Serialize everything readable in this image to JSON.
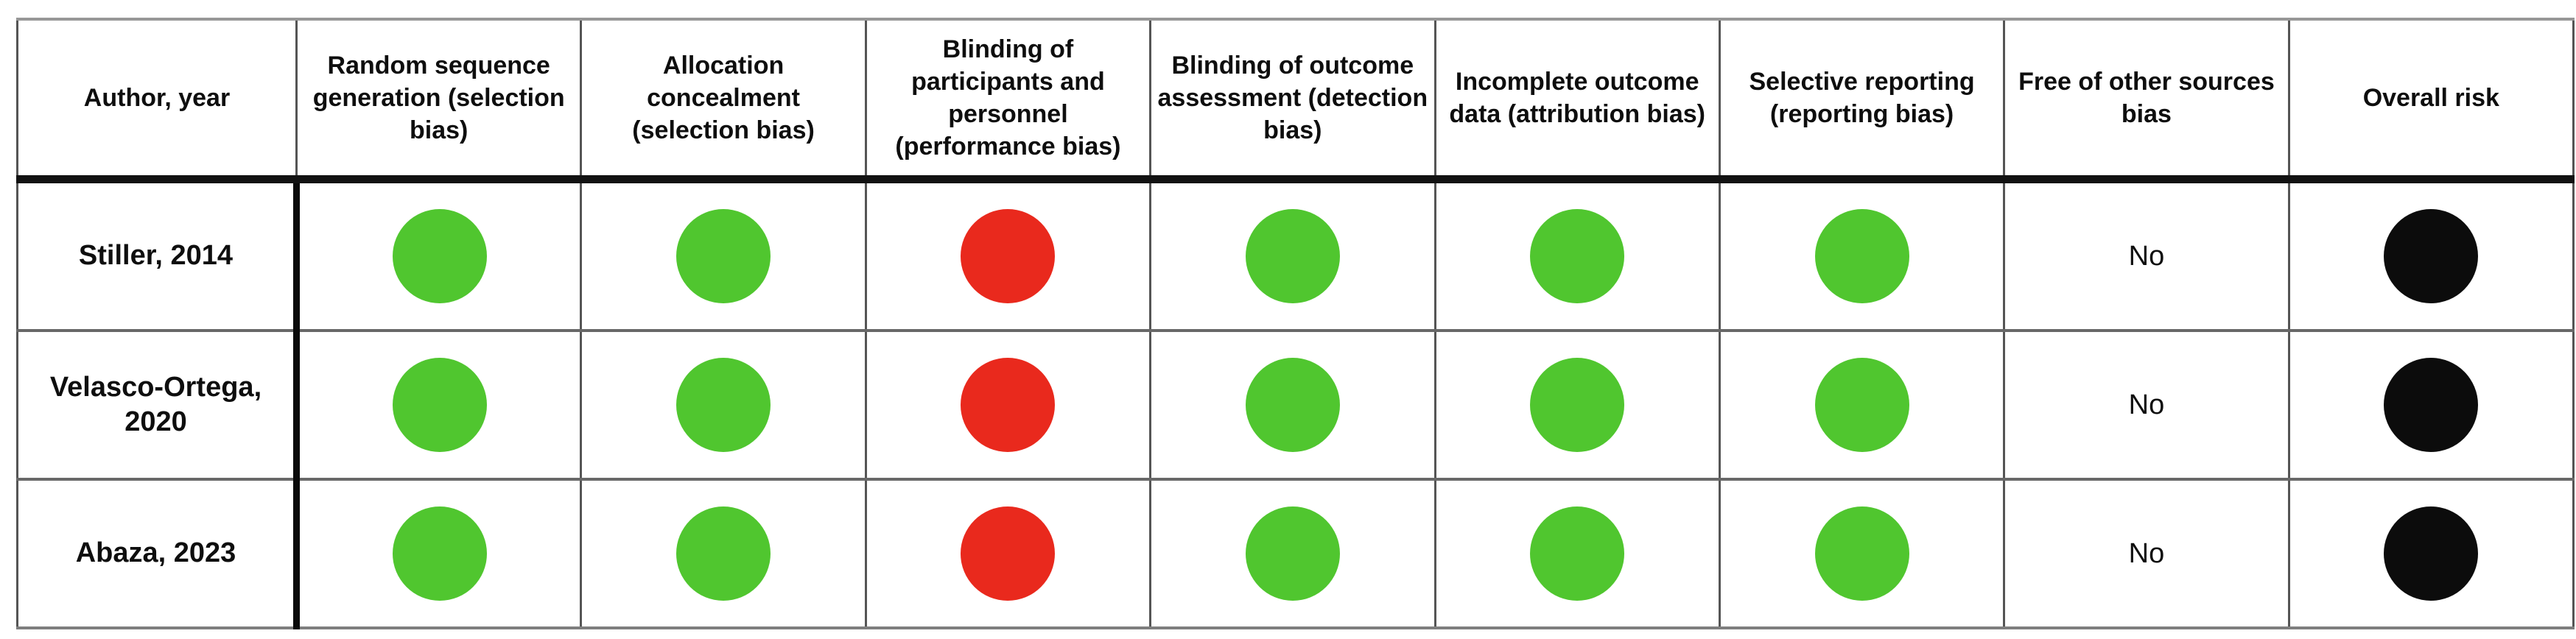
{
  "chart_data": {
    "type": "table",
    "columns": [
      "Author, year",
      "Random sequence generation (selection bias)",
      "Allocation concealment (selection bias)",
      "Blinding of participants and personnel (performance bias)",
      "Blinding of outcome assessment (detection bias)",
      "Incomplete outcome data (attribution bias)",
      "Selective reporting (reporting bias)",
      "Free of other sources bias",
      "Overall risk"
    ],
    "rows": [
      {
        "author": "Stiller, 2014",
        "judgements": [
          "green",
          "green",
          "red",
          "green",
          "green",
          "green"
        ],
        "free_of_other_sources_bias": "No",
        "overall_risk": "black"
      },
      {
        "author": "Velasco-Ortega, 2020",
        "judgements": [
          "green",
          "green",
          "red",
          "green",
          "green",
          "green"
        ],
        "free_of_other_sources_bias": "No",
        "overall_risk": "black"
      },
      {
        "author": "Abaza, 2023",
        "judgements": [
          "green",
          "green",
          "red",
          "green",
          "green",
          "green"
        ],
        "free_of_other_sources_bias": "No",
        "overall_risk": "black"
      }
    ]
  },
  "colors": {
    "risk_green": "#50c62f",
    "risk_red": "#e9291d",
    "risk_black": "#0c0c0c"
  }
}
